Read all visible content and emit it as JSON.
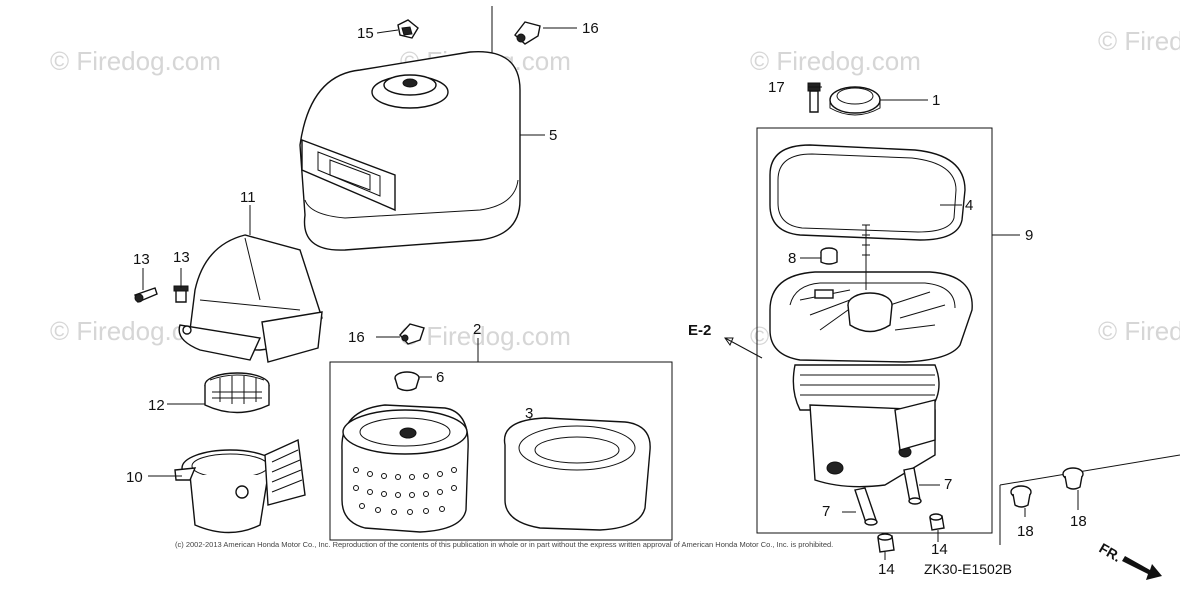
{
  "watermark": "© Firedog.com",
  "callouts": {
    "c1": "1",
    "c2": "2",
    "c3": "3",
    "c4": "4",
    "c5": "5",
    "c6": "6",
    "c7a": "7",
    "c7b": "7",
    "c8": "8",
    "c9": "9",
    "c10": "10",
    "c11": "11",
    "c12": "12",
    "c13a": "13",
    "c13b": "13",
    "c14a": "14",
    "c14b": "14",
    "c15": "15",
    "c16a": "16",
    "c16b": "16",
    "c17": "17",
    "c18a": "18",
    "c18b": "18"
  },
  "ref_label": "E-2",
  "copyright": "(c) 2002-2013 American Honda Motor Co., Inc. Reproduction of the contents of this publication in whole or in part without the express written approval of American Honda Motor Co., Inc. is prohibited.",
  "diagram_code": "ZK30-E1502B",
  "front_marker": "FR."
}
